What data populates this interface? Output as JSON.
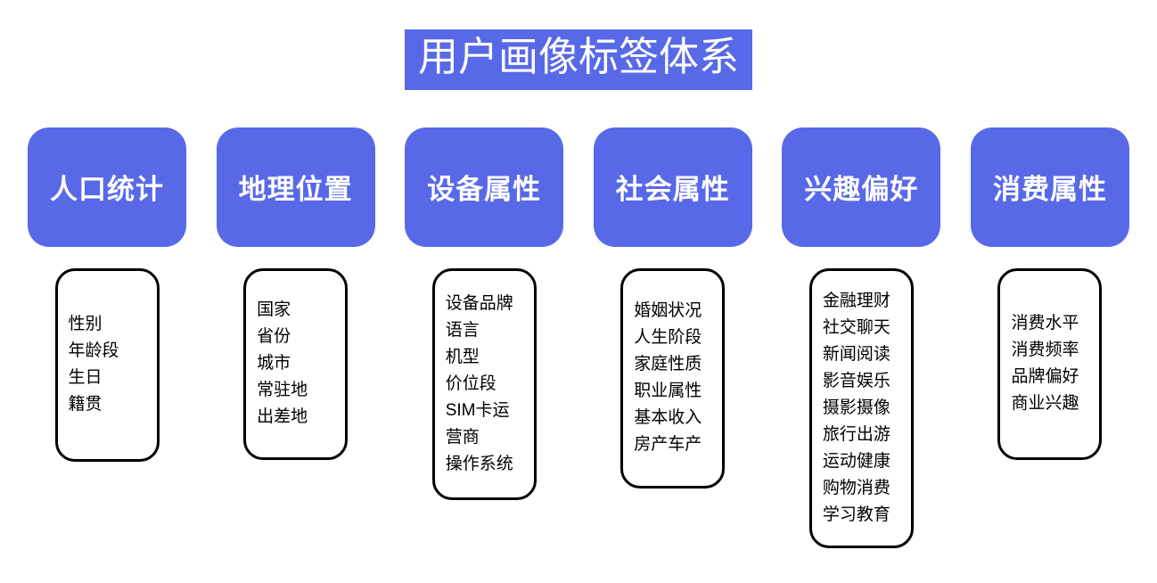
{
  "title": "用户画像标签体系",
  "colors": {
    "accent": "#5869E8",
    "title_text": "#FFFFFF",
    "header_text": "#FFFFFF",
    "detail_border": "#000000",
    "detail_text": "#000000",
    "background": "#FFFFFF"
  },
  "categories": [
    {
      "id": "demographics",
      "label": "人口统计",
      "items": [
        "性别",
        "年龄段",
        "生日",
        "籍贯"
      ]
    },
    {
      "id": "geo-location",
      "label": "地理位置",
      "items": [
        "国家",
        "省份",
        "城市",
        "常驻地",
        "出差地"
      ]
    },
    {
      "id": "device-attributes",
      "label": "设备属性",
      "items": [
        "设备品牌",
        "语言",
        "机型",
        "价位段",
        "SIM卡运营商",
        "操作系统"
      ]
    },
    {
      "id": "social-attributes",
      "label": "社会属性",
      "items": [
        "婚姻状况",
        "人生阶段",
        "家庭性质",
        "职业属性",
        "基本收入",
        "房产车产"
      ]
    },
    {
      "id": "interest-preferences",
      "label": "兴趣偏好",
      "items": [
        "金融理财",
        "社交聊天",
        "新闻阅读",
        "影音娱乐",
        "摄影摄像",
        "旅行出游",
        "运动健康",
        "购物消费",
        "学习教育"
      ]
    },
    {
      "id": "consumption-attributes",
      "label": "消费属性",
      "items": [
        "消费水平",
        "消费频率",
        "品牌偏好",
        "商业兴趣"
      ]
    }
  ]
}
